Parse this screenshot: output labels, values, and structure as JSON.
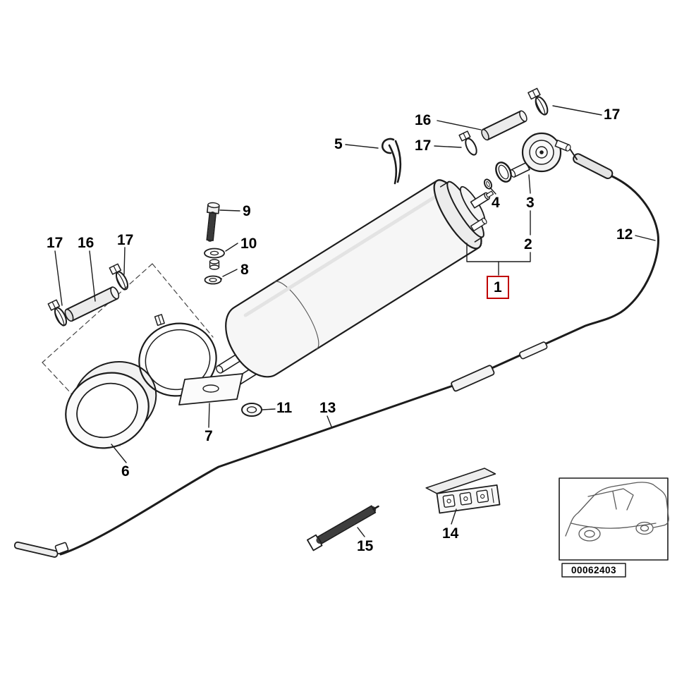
{
  "diagram": {
    "highlight_color": "#c00000",
    "callouts": {
      "hose_top": "16",
      "clamp_top_right": "17",
      "retaining_clip": "5",
      "clamp_mid": "17",
      "o_ring_small": "4",
      "pressure_regulator": "3",
      "outlet_group": "2",
      "fuel_filter": "1",
      "fuel_line_right": "12",
      "sealing_washer": "11",
      "fuel_line_main": "13",
      "filter_clamp": "7",
      "rubber_sleeve": "6",
      "line_holder": "14",
      "cable_tie": "15",
      "bolt": "9",
      "spacer_washer": "10",
      "lock_washer": "8",
      "clamp_left_outer": "17",
      "hose_left": "16",
      "clamp_left_inner": "17"
    },
    "inset": {
      "code": "00062403"
    }
  }
}
